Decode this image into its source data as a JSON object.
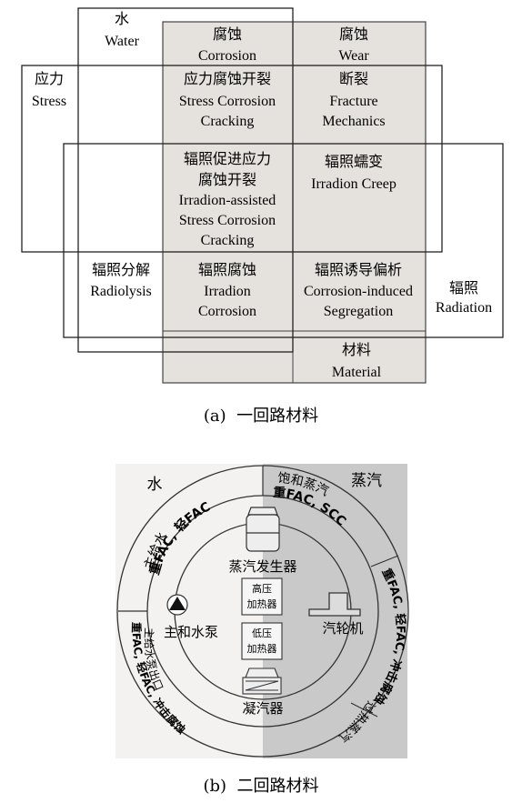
{
  "diagram_a": {
    "cells": {
      "water": {
        "zh": "水",
        "en": "Water"
      },
      "corrosion": {
        "zh": "腐蚀",
        "en": "Corrosion"
      },
      "wear": {
        "zh": "腐蚀",
        "en": "Wear"
      },
      "stress": {
        "zh": "应力",
        "en": "Stress"
      },
      "scc": {
        "zh": "应力腐蚀开裂",
        "en1": "Stress Corrosion",
        "en2": "Cracking"
      },
      "fracture": {
        "zh": "断裂",
        "en1": "Fracture",
        "en2": "Mechanics"
      },
      "iascc": {
        "zh1": "辐照促进应力",
        "zh2": "腐蚀开裂",
        "en1": "Irradion-assisted",
        "en2": "Stress Corrosion",
        "en3": "Cracking"
      },
      "creep": {
        "zh": "辐照蠕变",
        "en": "Irradion Creep"
      },
      "radiolysis": {
        "zh": "辐照分解",
        "en": "Radiolysis"
      },
      "irr_corr": {
        "zh": "辐照腐蚀",
        "en1": "Irradion",
        "en2": "Corrosion"
      },
      "segregation": {
        "zh": "辐照诱导偏析",
        "en1": "Corrosion-induced",
        "en2": "Segregation"
      },
      "radiation": {
        "zh": "辐照",
        "en": "Radiation"
      },
      "material": {
        "zh": "材料",
        "en": "Material"
      }
    },
    "caption": "(a)  一回路材料"
  },
  "diagram_b": {
    "sector_water": "水",
    "sector_steam": "蒸汽",
    "ring_upper_left": [
      "主给水",
      "重FAC, 轻FAC"
    ],
    "ring_upper_right": [
      "饱和蒸汽",
      "重FAC, SCC"
    ],
    "ring_right": "重FAC, 轻FAC, 冲击腐蚀",
    "ring_lower_right": "过热蒸汽",
    "ring_lower_left": [
      "主给水泵出口",
      "重FAC, 轻FAC, 冲击腐蚀"
    ],
    "steam_generator": "蒸汽发生器",
    "hp_heater": [
      "高压",
      "加热器"
    ],
    "lp_heater": [
      "低压",
      "加热器"
    ],
    "main_pump": "主和水泵",
    "turbine": "汽轮机",
    "condenser": "凝汽器",
    "caption": "(b)  二回路材料",
    "colors": {
      "steam_sector": "#c9c9c9",
      "water_sector": "#ffffff",
      "shaded_grid": "#e5e1dc"
    }
  }
}
